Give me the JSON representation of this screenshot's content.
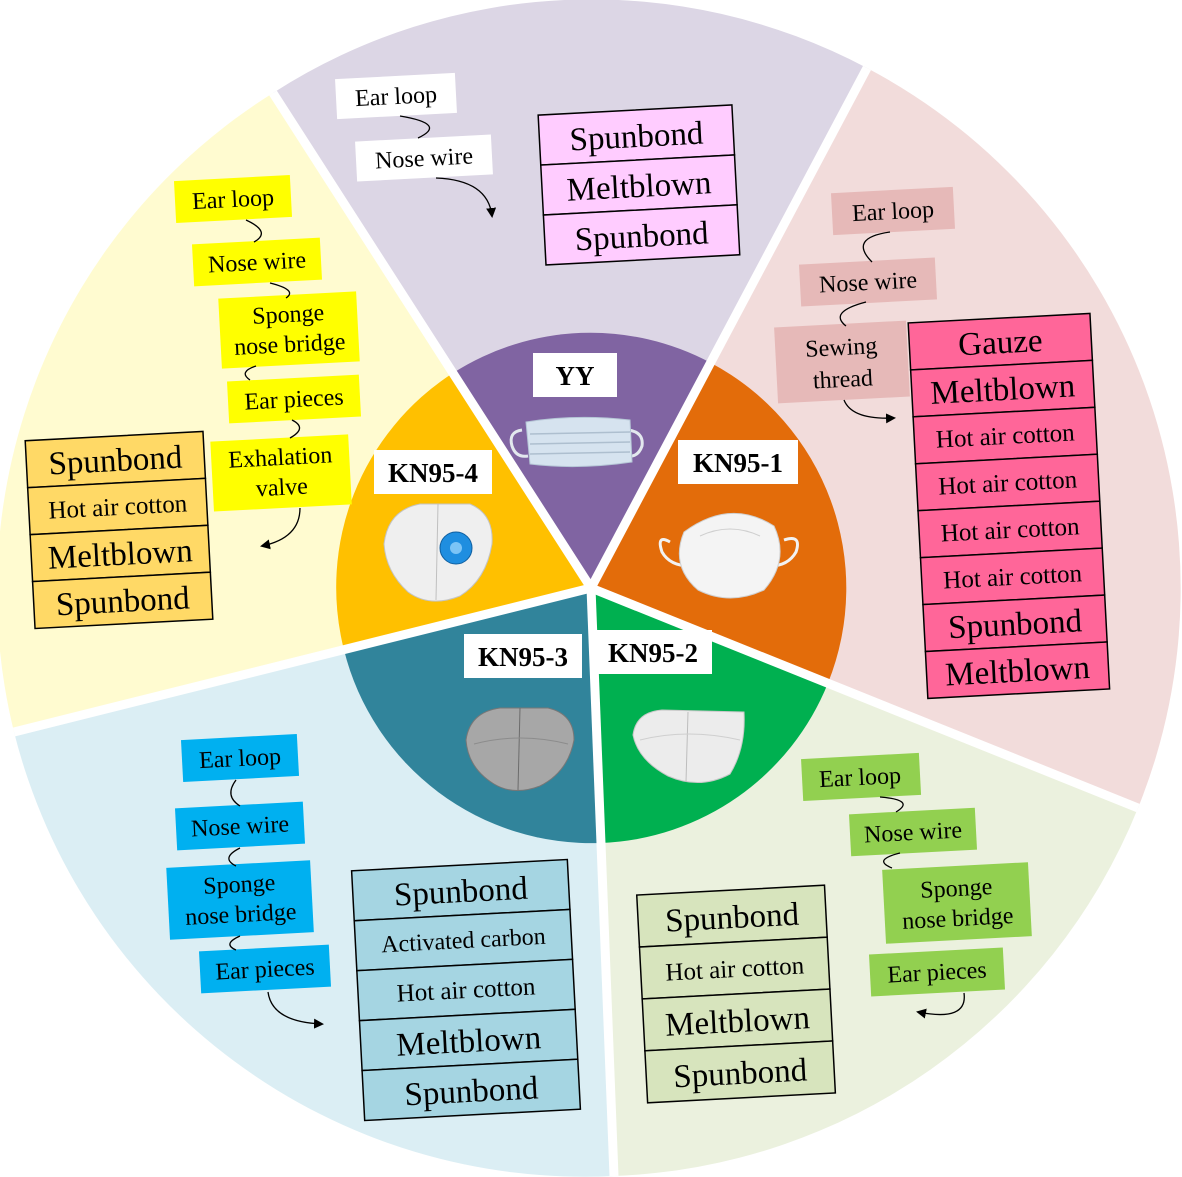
{
  "colors": {
    "yy_outer": "#DCD6E5",
    "yy_inner": "#8064A2",
    "yy_tag": "#FFCCFF",
    "kn1_outer": "#F2DCDB",
    "kn1_inner": "#E36C0A",
    "kn1_tag": "#E6B9B8",
    "kn1_layer": "#FF6699",
    "kn2_outer": "#EBF1DE",
    "kn2_inner": "#00B050",
    "kn2_tag": "#92D050",
    "kn2_layer": "#D7E4BD",
    "kn3_outer": "#DBEEF4",
    "kn3_inner": "#31849B",
    "kn3_tag": "#00B0F0",
    "kn3_layer": "#A5D5E2",
    "kn4_outer": "#FFFBD0",
    "kn4_inner": "#FFC000",
    "kn4_tag": "#FFFF00",
    "kn4_layer": "#FFD966"
  },
  "sectors": {
    "yy": {
      "label": "YY",
      "components": [
        "Ear loop",
        "Nose wire"
      ],
      "layers": [
        "Spunbond",
        "Meltblown",
        "Spunbond"
      ]
    },
    "kn95_1": {
      "label": "KN95-1",
      "components": [
        "Ear loop",
        "Nose wire",
        "Sewing",
        "thread"
      ],
      "layers": [
        "Gauze",
        "Meltblown",
        "Hot air cotton",
        "Hot air cotton",
        "Hot air cotton",
        "Hot air cotton",
        "Spunbond",
        "Meltblown"
      ]
    },
    "kn95_2": {
      "label": "KN95-2",
      "components": [
        "Ear loop",
        "Nose wire",
        "Sponge",
        "nose bridge",
        "Ear pieces"
      ],
      "layers": [
        "Spunbond",
        "Hot air cotton",
        "Meltblown",
        "Spunbond"
      ]
    },
    "kn95_3": {
      "label": "KN95-3",
      "components": [
        "Ear loop",
        "Nose wire",
        "Sponge",
        "nose bridge",
        "Ear pieces"
      ],
      "layers": [
        "Spunbond",
        "Activated carbon",
        "Hot air cotton",
        "Meltblown",
        "Spunbond"
      ]
    },
    "kn95_4": {
      "label": "KN95-4",
      "components": [
        "Ear loop",
        "Nose wire",
        "Sponge",
        "nose bridge",
        "Ear pieces",
        "Exhalation",
        "valve"
      ],
      "layers": [
        "Spunbond",
        "Hot air cotton",
        "Meltblown",
        "Spunbond"
      ]
    }
  }
}
